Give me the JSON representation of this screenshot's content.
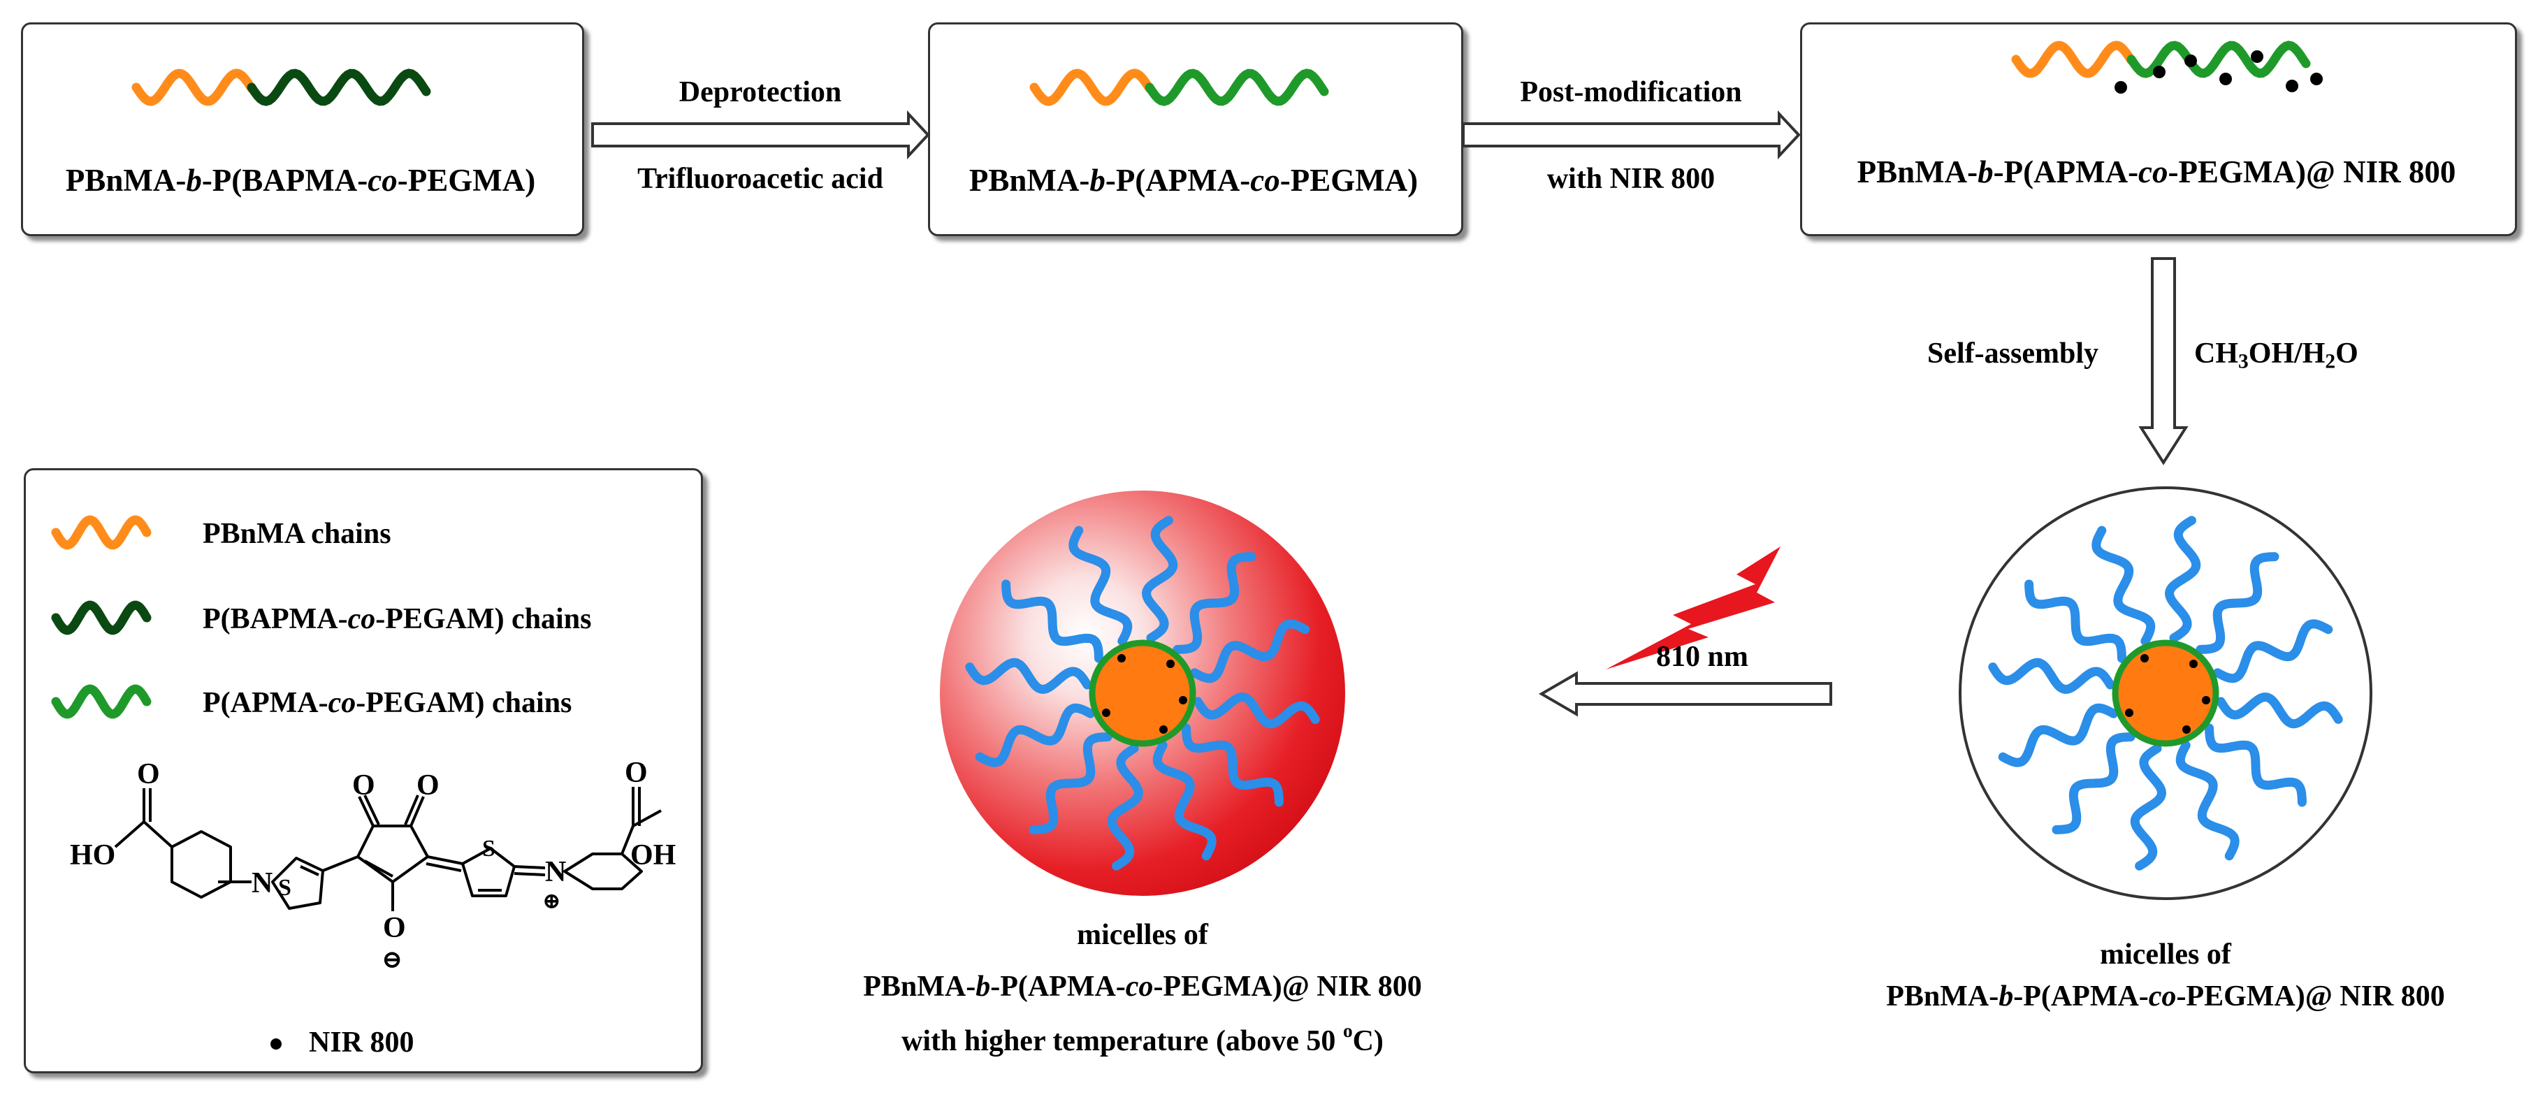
{
  "boxes": {
    "b1": {
      "pre": "PBnMA-",
      "it1": "b",
      "mid1": "-P(BAPMA-",
      "it2": "co",
      "post": "-PEGMA)"
    },
    "b2": {
      "pre": "PBnMA-",
      "it1": "b",
      "mid1": "-P(APMA-",
      "it2": "co",
      "post": "-PEGMA)"
    },
    "b3": {
      "pre": "PBnMA-",
      "it1": "b",
      "mid1": "-P(APMA-",
      "it2": "co",
      "post": "-PEGMA)@ NIR 800"
    }
  },
  "arrows": {
    "a1_top": "Deprotection",
    "a1_bottom": "Trifluoroacetic  acid",
    "a2_top": "Post-modification",
    "a2_bottom": "with NIR 800",
    "a3_left": "Self-assembly",
    "a3_right": {
      "a": "CH",
      "s1": "3",
      "b": "OH/H",
      "s2": "2",
      "c": "O"
    },
    "a4_label": "810 nm"
  },
  "legend": {
    "items": [
      {
        "label_pre": "PBnMA chains",
        "label_it": "",
        "label_post": "",
        "color": "#ff8c1a"
      },
      {
        "label_pre": "P(BAPMA-",
        "label_it": "co",
        "label_post": "-PEGAM) chains",
        "color": "#0a4a12"
      },
      {
        "label_pre": "P(APMA-",
        "label_it": "co",
        "label_post": "-PEGAM) chains",
        "color": "#1f9a2a"
      }
    ],
    "structure_labels": {
      "ho": "HO",
      "oh": "OH",
      "o_top1": "O",
      "o_top2": "O",
      "o_bottom1": "O",
      "o_bottom2": "O",
      "o_bottom3": "O",
      "n1": "N",
      "n2": "N",
      "s1": "S",
      "s2": "S",
      "plus": "⊕",
      "minus": "⊖"
    },
    "dot_label": "NIR 800"
  },
  "micelle_right": {
    "l1": "micelles of",
    "l2": {
      "pre": "PBnMA-",
      "it1": "b",
      "mid1": "-P(APMA-",
      "it2": "co",
      "post": "-PEGMA)@ NIR 800"
    }
  },
  "micelle_left": {
    "l1": "micelles of",
    "l2": {
      "pre": "PBnMA-",
      "it1": "b",
      "mid1": "-P(APMA-",
      "it2": "co",
      "post": "-PEGMA)@ NIR 800"
    },
    "l3": {
      "pre": "with higher temperature (above 50 ",
      "sup": "o",
      "post": "C)"
    }
  },
  "colors": {
    "pbnma": "#ff8c1a",
    "dark_green": "#0a4a12",
    "green": "#1f9a2a",
    "blue_chains": "#2b8ee8",
    "core": "#ff7a10",
    "red_glow": "#e8161e",
    "lightning": "#e8161e"
  },
  "icons": [
    "lightning-icon",
    "nir800-dot-icon",
    "open-arrow-icon"
  ]
}
